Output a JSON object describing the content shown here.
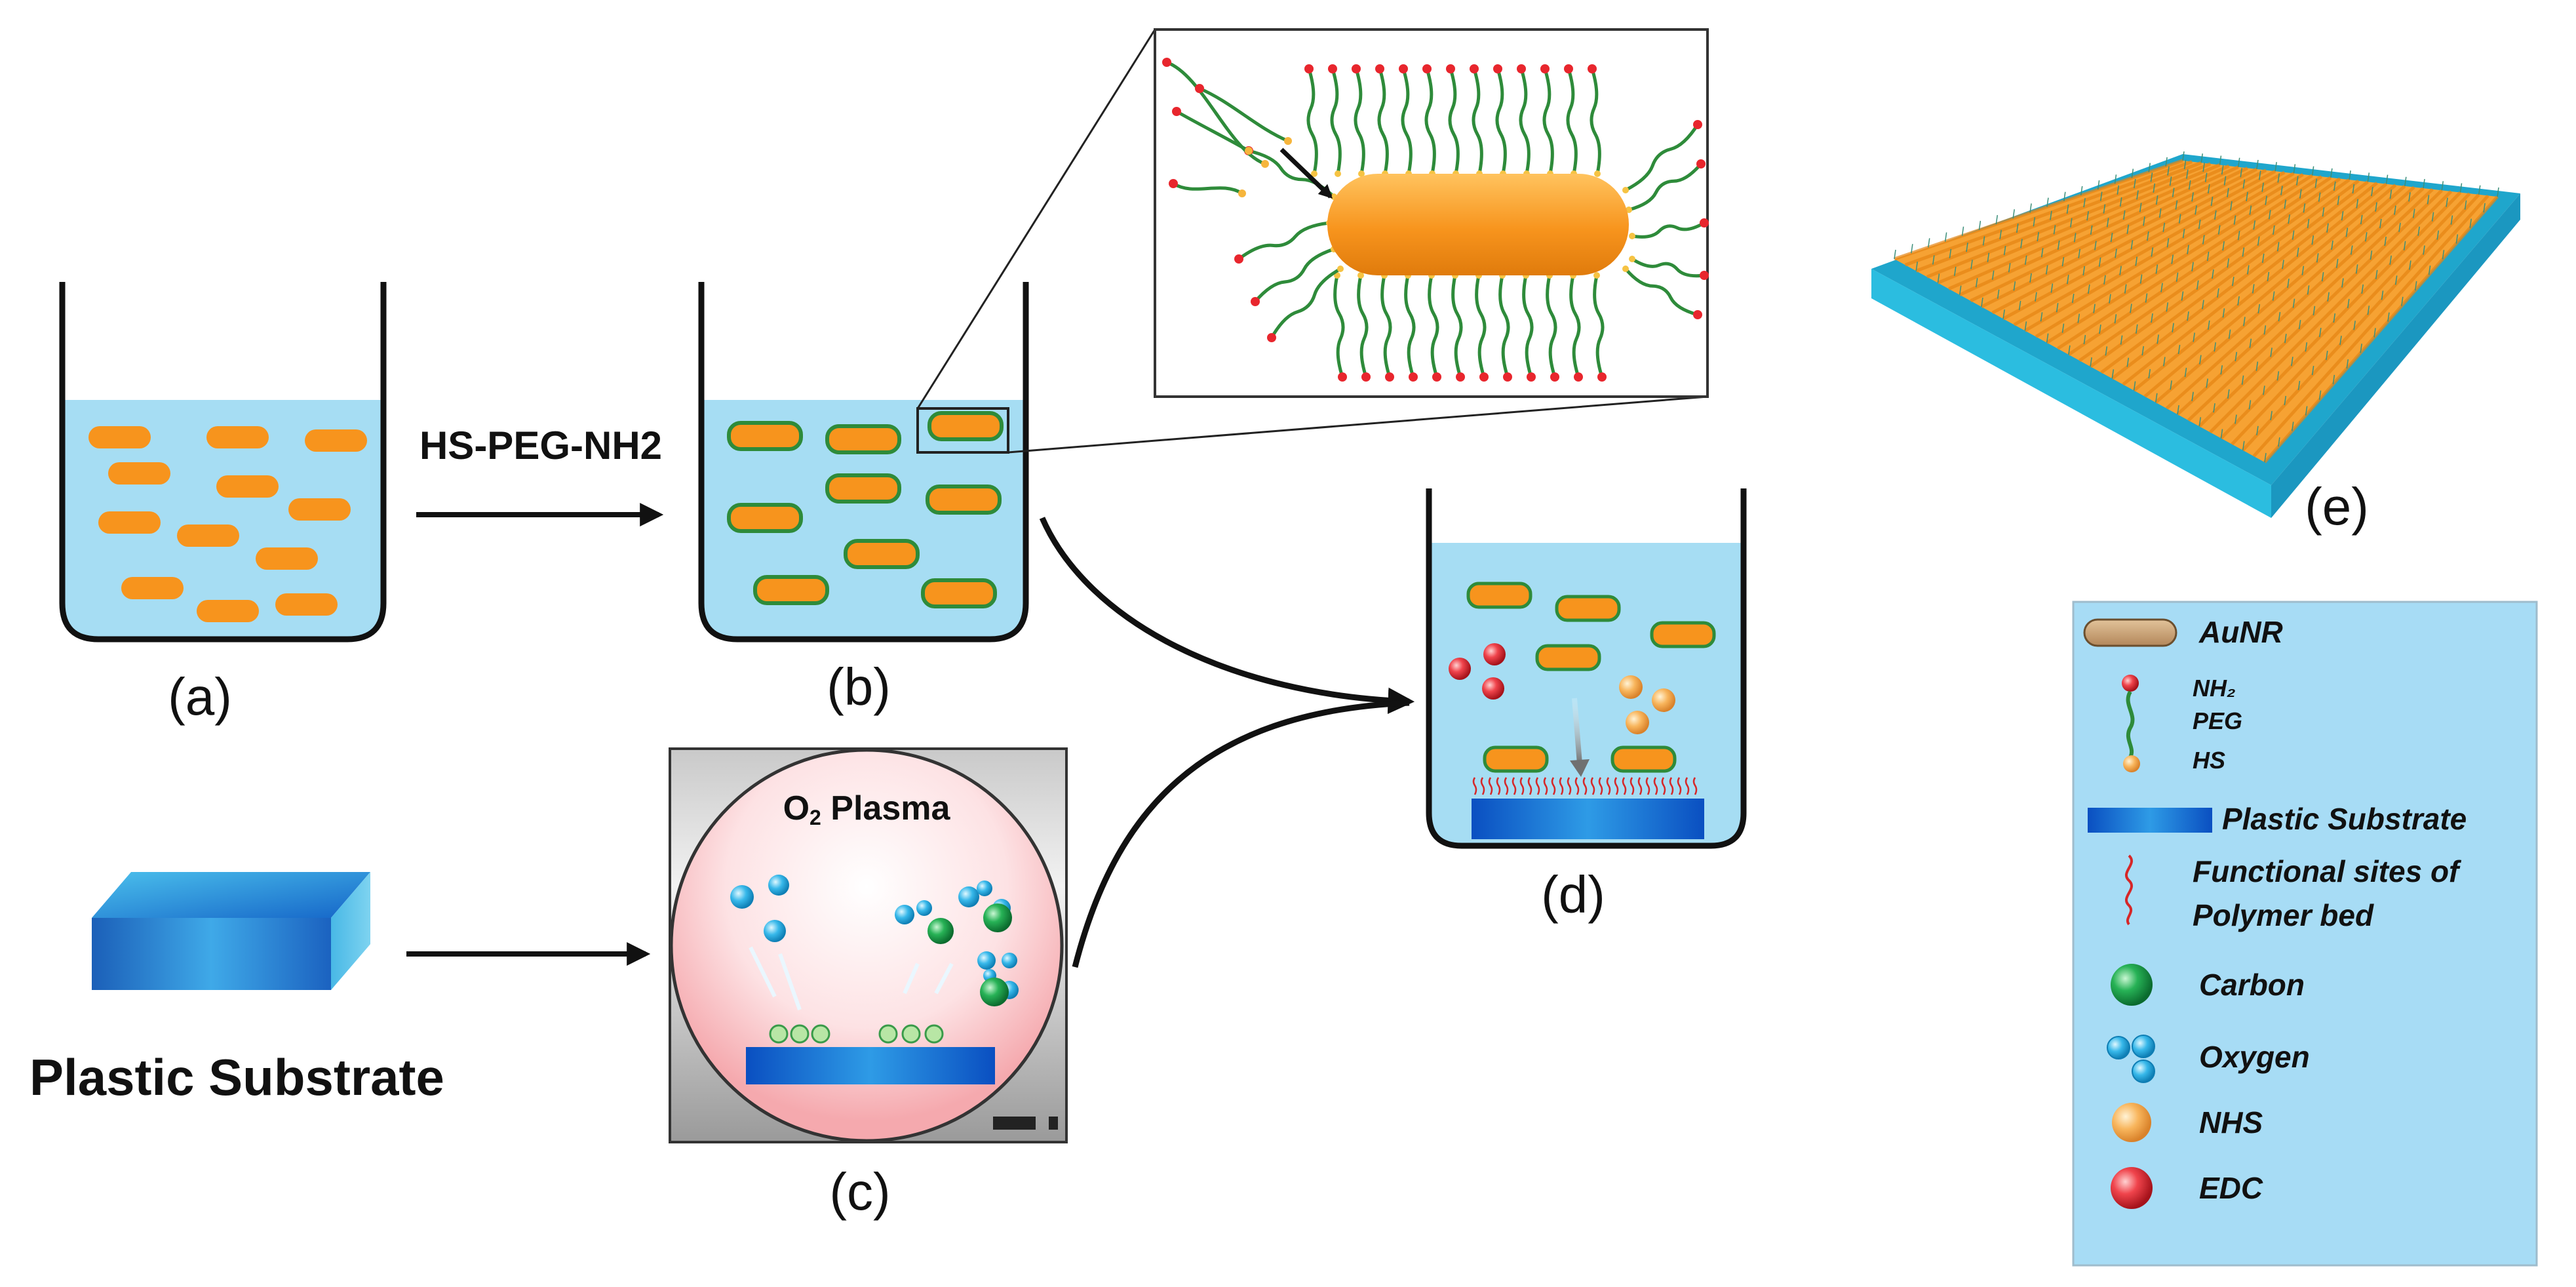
{
  "labels": {
    "a": "(a)",
    "b": "(b)",
    "c": "(c)",
    "d": "(d)",
    "e": "(e)"
  },
  "reagent": "HS-PEG-NH2",
  "substrate_label": "Plastic Substrate",
  "plasma": {
    "prefix": "O",
    "subscript": "2",
    "suffix": " Plasma"
  },
  "legend": {
    "aunr": "AuNR",
    "nh2": "NH₂",
    "peg": "PEG",
    "hs": "HS",
    "plastic_substrate": "Plastic Substrate",
    "functional_sites_line1": "Functional sites of",
    "functional_sites_line2": "Polymer bed",
    "carbon": "Carbon",
    "oxygen": "Oxygen",
    "nhs": "NHS",
    "edc": "EDC"
  },
  "colors": {
    "water": "#a6ddf3",
    "gold_rod": "#f7941d",
    "peg_green": "#2e8b3a",
    "amine_red": "#e8262d",
    "substrate_blue": "#1a6fd6",
    "legend_bg": "#a7dcf5"
  }
}
